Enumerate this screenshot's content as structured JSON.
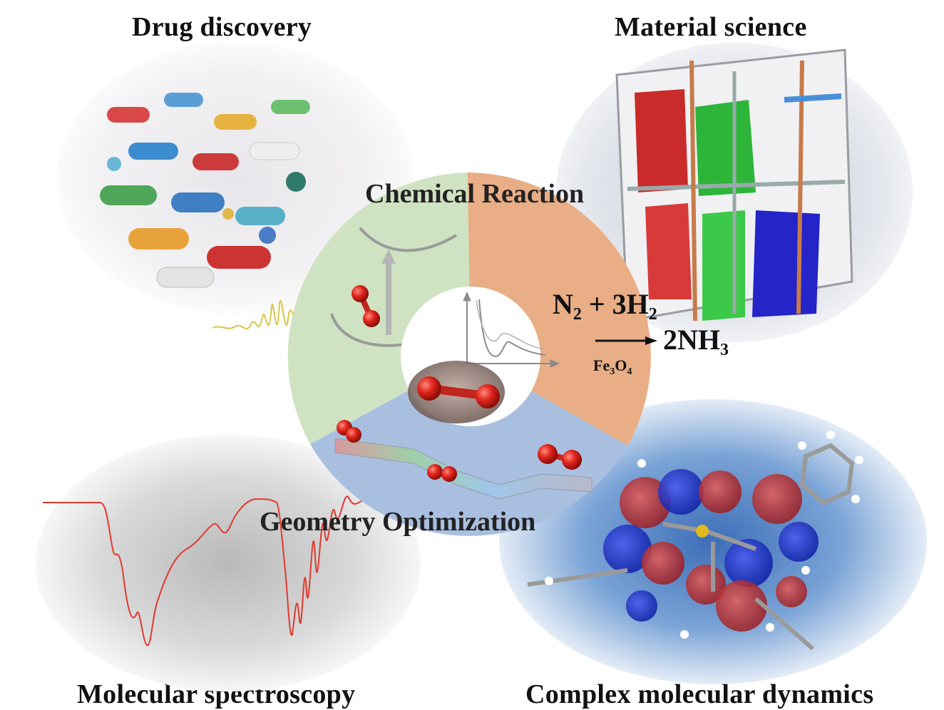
{
  "titles": {
    "top_left": "Drug discovery",
    "top_right": "Material science",
    "bottom_left": "Molecular spectroscopy",
    "bottom_right": "Complex molecular dynamics"
  },
  "ring": {
    "chemical_reaction": "Chemical Reaction",
    "geometry_optimization": "Geometry Optimization"
  },
  "reaction": {
    "reactant_n": "N",
    "reactant_n_sub": "2",
    "plus": " + 3H",
    "reactant_h_sub": "2",
    "product": "2NH",
    "product_sub": "3",
    "catalyst_a": "Fe",
    "catalyst_a_sub": "3",
    "catalyst_b": "O",
    "catalyst_b_sub": "4"
  },
  "colors": {
    "segment_green": "#cfe3c2",
    "segment_orange": "#e9ae86",
    "segment_blue": "#a9bfe0",
    "molecule_red": "#e0241b",
    "spectrum_red": "#e03a30",
    "signal_yellow": "#d8c64a"
  }
}
